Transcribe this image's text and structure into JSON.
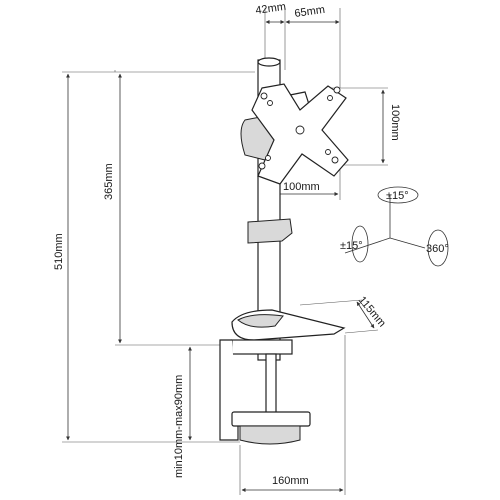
{
  "dimensions": {
    "vesa_offset": "42mm",
    "arm_length": "65mm",
    "vesa_height": "100mm",
    "vesa_width": "100mm",
    "total_height": "510mm",
    "pole_height": "365mm",
    "base_depth": "115mm",
    "clamp_range": "min10mm-max90mm",
    "clamp_width": "160mm"
  },
  "rotation": {
    "tilt": "±15°",
    "swivel": "±15°",
    "rotate": "360°"
  }
}
